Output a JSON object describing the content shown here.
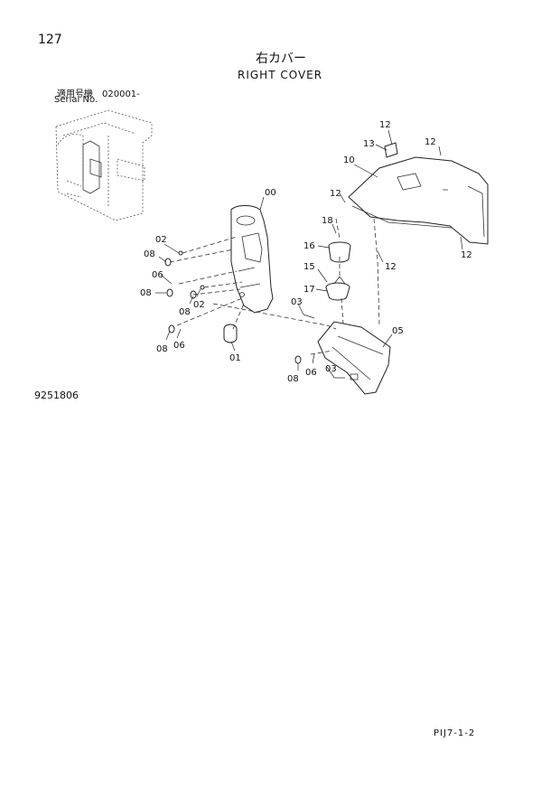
{
  "header": {
    "page_number": "127",
    "title_jp": "右カバー",
    "title_en": "RIGHT COVER",
    "serial_jp": "適用号機　020001-",
    "serial_en": "Serial No."
  },
  "figure": {
    "figure_number": "9251806",
    "callouts": [
      {
        "id": "c00",
        "label": "00"
      },
      {
        "id": "c01",
        "label": "01"
      },
      {
        "id": "c02a",
        "label": "02"
      },
      {
        "id": "c02b",
        "label": "02"
      },
      {
        "id": "c03a",
        "label": "03"
      },
      {
        "id": "c03b",
        "label": "03"
      },
      {
        "id": "c05",
        "label": "05"
      },
      {
        "id": "c06a",
        "label": "06"
      },
      {
        "id": "c06b",
        "label": "06"
      },
      {
        "id": "c06c",
        "label": "06"
      },
      {
        "id": "c08a",
        "label": "08"
      },
      {
        "id": "c08b",
        "label": "08"
      },
      {
        "id": "c08c",
        "label": "08"
      },
      {
        "id": "c08d",
        "label": "08"
      },
      {
        "id": "c08e",
        "label": "08"
      },
      {
        "id": "c10",
        "label": "10"
      },
      {
        "id": "c12a",
        "label": "12"
      },
      {
        "id": "c12b",
        "label": "12"
      },
      {
        "id": "c12c",
        "label": "12"
      },
      {
        "id": "c12d",
        "label": "12"
      },
      {
        "id": "c12e",
        "label": "12"
      },
      {
        "id": "c13",
        "label": "13"
      },
      {
        "id": "c15",
        "label": "15"
      },
      {
        "id": "c16",
        "label": "16"
      },
      {
        "id": "c17",
        "label": "17"
      },
      {
        "id": "c18",
        "label": "18"
      }
    ]
  },
  "footer": {
    "code": "PIJ7-1-2"
  }
}
